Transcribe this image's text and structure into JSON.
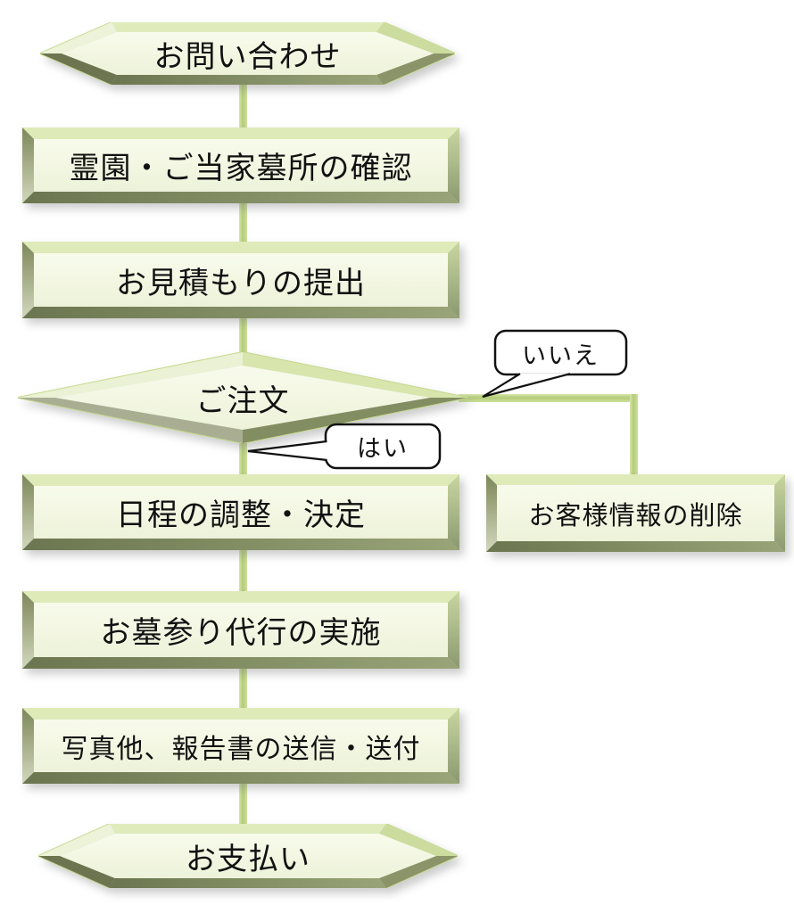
{
  "nodes": {
    "inquiry": "お問い合わせ",
    "confirm_site": "霊園・ご当家墓所の確認",
    "estimate": "お見積もりの提出",
    "order": "ご注文",
    "schedule": "日程の調整・決定",
    "delete_customer_info": "お客様情報の削除",
    "visit_service": "お墓参り代行の実施",
    "report": "写真他、報告書の送信・送付",
    "payment": "お支払い"
  },
  "callouts": {
    "yes": "はい",
    "no": "いいえ"
  },
  "colors": {
    "shape_fill": "#f4f7e5",
    "bevel_light": "#dfeab9",
    "bevel_dark": "#6d7550",
    "connector_green": "#b4cc78",
    "callout_border": "#111111",
    "text": "#111111"
  }
}
